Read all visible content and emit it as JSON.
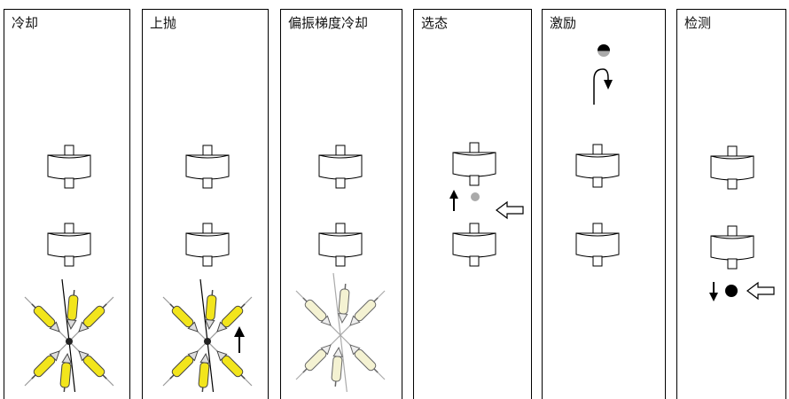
{
  "panels": [
    {
      "title": "冷却"
    },
    {
      "title": "上抛"
    },
    {
      "title": "偏振梯度冷却"
    },
    {
      "title": "选态"
    },
    {
      "title": "激励"
    },
    {
      "title": "检测"
    }
  ],
  "colors": {
    "laser_yellow": "#f2e51c",
    "laser_pale": "#f4f2d2",
    "atom_gray": "#aaaaaa",
    "outline": "#000000"
  }
}
